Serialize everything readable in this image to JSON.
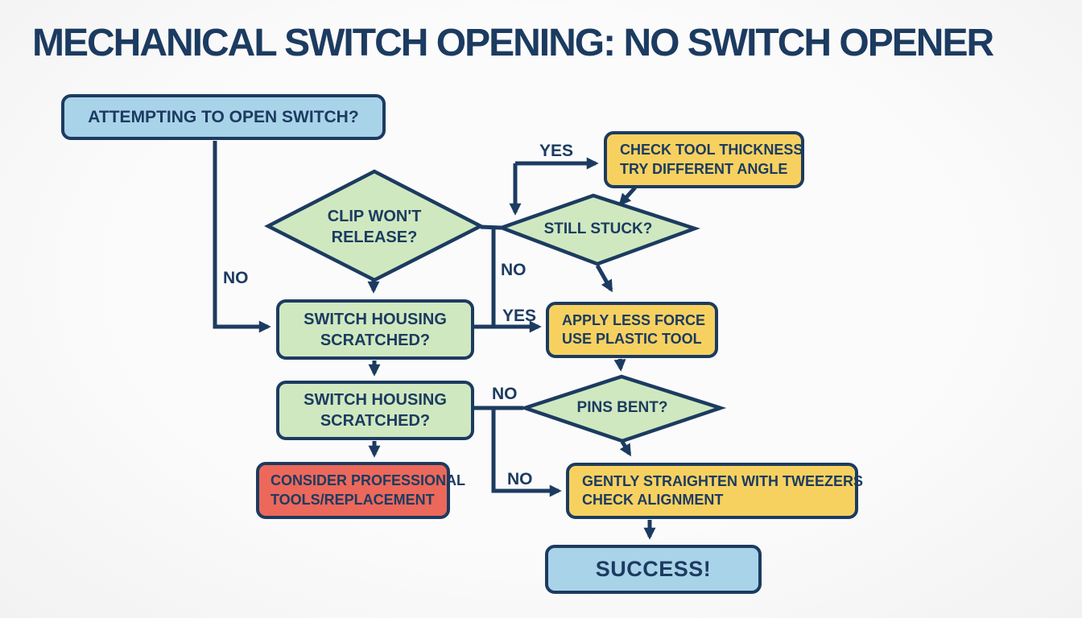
{
  "title": "MECHANICAL SWITCH OPENING: NO SWITCH OPENER",
  "colors": {
    "navy_ink": "#1c3b60",
    "blue_fill": "#a9d3e9",
    "green_fill": "#cfe8c0",
    "yellow_fill": "#f7d160",
    "red_fill": "#ec685b",
    "background": "#f8f8f9"
  },
  "nodes": {
    "start": {
      "label": "ATTEMPTING TO OPEN SWITCH?",
      "shape": "rect",
      "color": "blue"
    },
    "clip_wont_release": {
      "label": "CLIP WON'T\nRELEASE?",
      "shape": "diamond",
      "color": "green"
    },
    "check_tool": {
      "label": "CHECK TOOL THICKNESS\nTRY DIFFERENT ANGLE",
      "shape": "rect",
      "color": "yellow"
    },
    "still_stuck": {
      "label": "STILL STUCK?",
      "shape": "diamond",
      "color": "green"
    },
    "housing_scratched_1": {
      "label": "SWITCH HOUSING\nSCRATCHED?",
      "shape": "rect",
      "color": "green"
    },
    "apply_less_force": {
      "label": "APPLY LESS FORCE\nUSE PLASTIC TOOL",
      "shape": "rect",
      "color": "yellow"
    },
    "housing_scratched_2": {
      "label": "SWITCH HOUSING\nSCRATCHED?",
      "shape": "rect",
      "color": "green"
    },
    "pins_bent": {
      "label": "PINS BENT?",
      "shape": "diamond",
      "color": "green"
    },
    "professional_tools": {
      "label": "CONSIDER PROFESSIONAL\nTOOLS/REPLACEMENT",
      "shape": "rect",
      "color": "red"
    },
    "gently_straighten": {
      "label": "GENTLY STRAIGHTEN WITH TWEEZERS\nCHECK ALIGNMENT",
      "shape": "rect",
      "color": "yellow"
    },
    "success": {
      "label": "SUCCESS!",
      "shape": "rect",
      "color": "blue"
    }
  },
  "edge_labels": [
    {
      "id": "yes-to-check-tool",
      "text": "YES"
    },
    {
      "id": "no-start-to-housing",
      "text": "NO"
    },
    {
      "id": "no-clip-junction",
      "text": "NO"
    },
    {
      "id": "yes-to-apply-less-force",
      "text": "YES"
    },
    {
      "id": "no-housing2-junction",
      "text": "NO"
    },
    {
      "id": "no-to-gently-straighten",
      "text": "NO"
    }
  ]
}
